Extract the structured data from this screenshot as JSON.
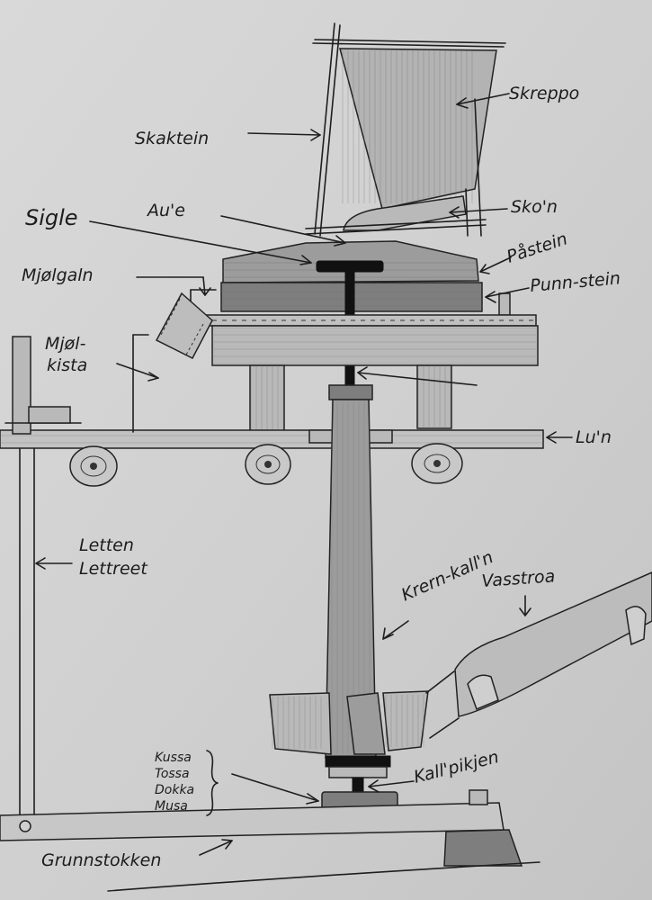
{
  "labels": {
    "skreppo": "Skreppo",
    "skaktein": "Skaktein",
    "sko": "Sko'n",
    "sigle": "Sigle",
    "aue": "Au'e",
    "pastein": "Påstein",
    "mjolgaln": "Mjølgaln",
    "punnstein": "Punn-stein",
    "mjol": "Mjøl-",
    "kista": "kista",
    "lun": "Lu'n",
    "letten": "Letten",
    "lettreet": "Lettreet",
    "krernkalln": "Krern-kall'n",
    "vasstroa": "Vasstroa",
    "kussa": "Kussa",
    "tossa": "Tossa",
    "dokka": "Dokka",
    "musa": "Musa",
    "kallpikjen": "Kall'pikjen",
    "grunnstokken": "Grunnstokken"
  }
}
